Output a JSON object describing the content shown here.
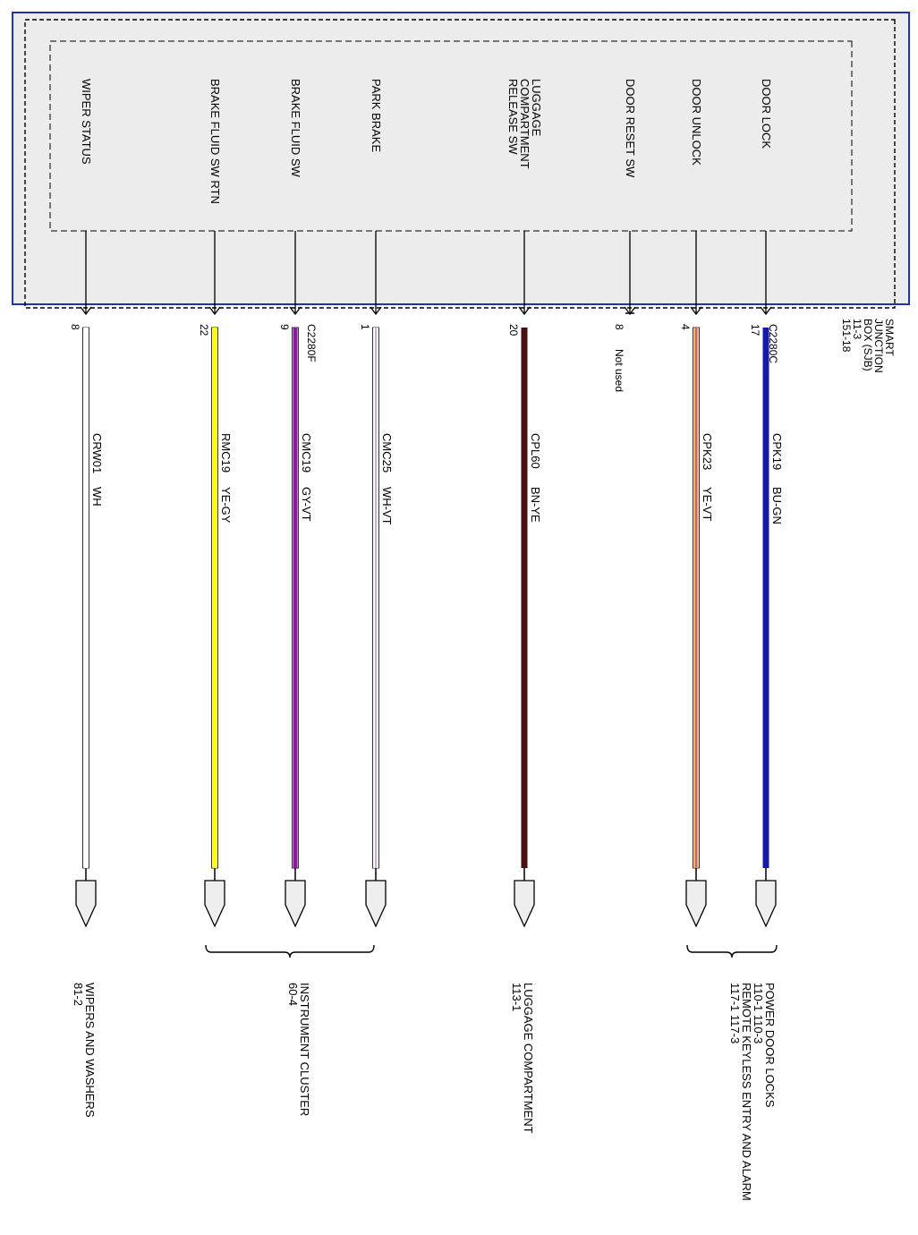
{
  "module": {
    "name_lines": [
      "SMART",
      "JUNCTION",
      "BOX (SJB)",
      "11-3",
      "151-18"
    ],
    "connector_right": "C2280C",
    "connector_left": "C2280F"
  },
  "circuits": [
    {
      "function": [
        "DOOR LOCK"
      ],
      "pin": "17",
      "circuit": "CPK19",
      "color_code": "BU-GN",
      "stripe": "",
      "main": "#1a1aa8",
      "outlined": false
    },
    {
      "function": [
        "DOOR UNLOCK"
      ],
      "pin": "4",
      "circuit": "CPK23",
      "color_code": "YE-VT",
      "stripe": "#8a2ea0",
      "main": "#f5a25a",
      "outlined": true
    },
    {
      "function": [
        "DOOR RESET SW"
      ],
      "pin": "8",
      "circuit": "",
      "color_code": "",
      "note": "Not used",
      "main": "",
      "outlined": false
    },
    {
      "function": [
        "LUGGAGE",
        "COMPARTMENT",
        "RELEASE SW"
      ],
      "pin": "20",
      "circuit": "CPL60",
      "color_code": "BN-YE",
      "stripe": "",
      "main": "#4a0e0e",
      "outlined": false
    },
    {
      "function": [
        "PARK BRAKE"
      ],
      "pin": "1",
      "circuit": "CMC25",
      "color_code": "WH-VT",
      "stripe": "#a050c8",
      "main": "#ffffff",
      "outlined": true
    },
    {
      "function": [
        "BRAKE FLUID SW"
      ],
      "pin": "9",
      "circuit": "CMC19",
      "color_code": "GY-VT",
      "stripe": "",
      "main": "#8a1a9a",
      "outlined": true
    },
    {
      "function": [
        "BRAKE FLUID SW RTN"
      ],
      "pin": "22",
      "circuit": "RMC19",
      "color_code": "YE-GY",
      "stripe": "",
      "main": "#ffff00",
      "outlined": true
    },
    {
      "function": [
        "WIPER STATUS"
      ],
      "pin": "8",
      "circuit": "CRW01",
      "color_code": "WH",
      "stripe": "",
      "main": "#ffffff",
      "outlined": true
    }
  ],
  "destinations": [
    {
      "lines": [
        "POWER DOOR LOCKS",
        "110-1   110-3",
        "REMOTE KEYLESS ENTRY AND ALARM",
        "117-1   117-3"
      ]
    },
    {
      "lines": [
        "LUGGAGE COMPARTMENT",
        "113-1"
      ]
    },
    {
      "lines": [
        "INSTRUMENT CLUSTER",
        "60-4"
      ]
    },
    {
      "lines": [
        "WIPERS AND WASHERS",
        "81-2"
      ]
    }
  ]
}
